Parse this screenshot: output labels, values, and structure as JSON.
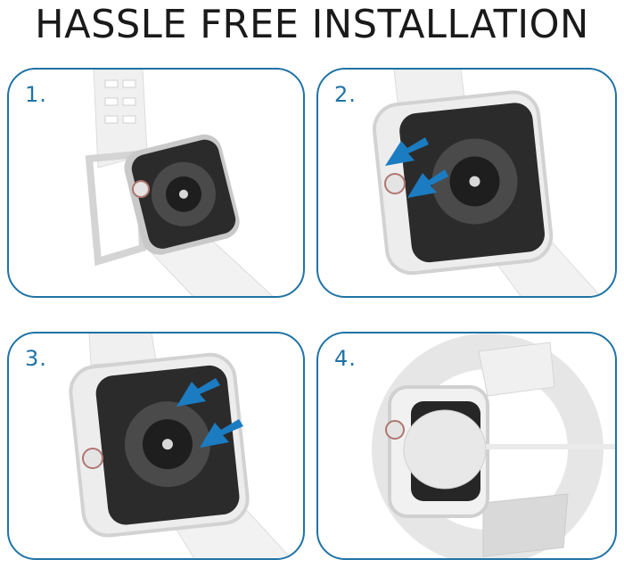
{
  "header": {
    "title": "HASSLE FREE INSTALLATION"
  },
  "colors": {
    "accent": "#1f73a5",
    "arrow": "#1b7cc2",
    "watch_back": "#2b2b2b",
    "ring": "#4a4a4a",
    "band": "#eeeeee"
  },
  "panels": [
    {
      "step": "1.",
      "description": "Watch placed near open clear bumper case with band"
    },
    {
      "step": "2.",
      "description": "Press watch into case edge - arrows pointing in"
    },
    {
      "step": "3.",
      "description": "Press opposite side of watch into case - arrows pointing in"
    },
    {
      "step": "4.",
      "description": "Installed watch band on charging puck with cable"
    }
  ]
}
